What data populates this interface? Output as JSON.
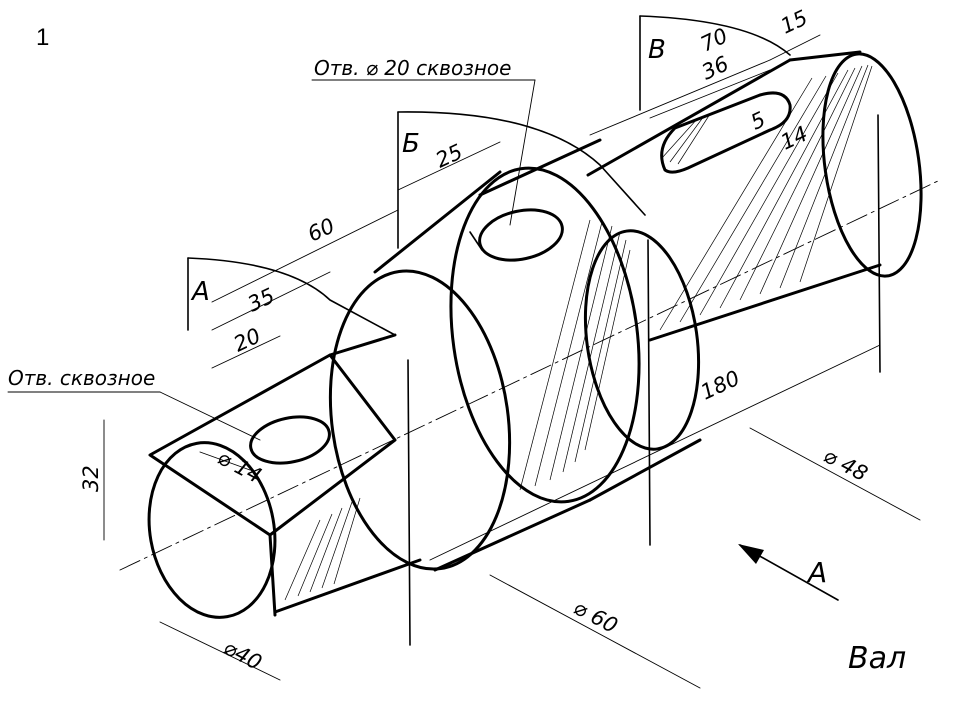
{
  "sheet_number": "1",
  "title": "Вал",
  "view_direction_label": "А",
  "section_planes": [
    "А",
    "Б",
    "В"
  ],
  "notes": {
    "hole_square": "Отв. сквозное",
    "hole_collar": "Отв. ⌀ 20 сквозное"
  },
  "dimensions": {
    "d70": "70",
    "d15": "15",
    "d36": "36",
    "d14_slot": "14",
    "d5": "5",
    "d25": "25",
    "d60": "60",
    "d35": "35",
    "d20": "20",
    "d180": "180",
    "d32": "32",
    "d14_hole": "⌀ 14",
    "d40": "⌀40",
    "d60_dia": "⌀ 60",
    "d48": "⌀ 48"
  }
}
